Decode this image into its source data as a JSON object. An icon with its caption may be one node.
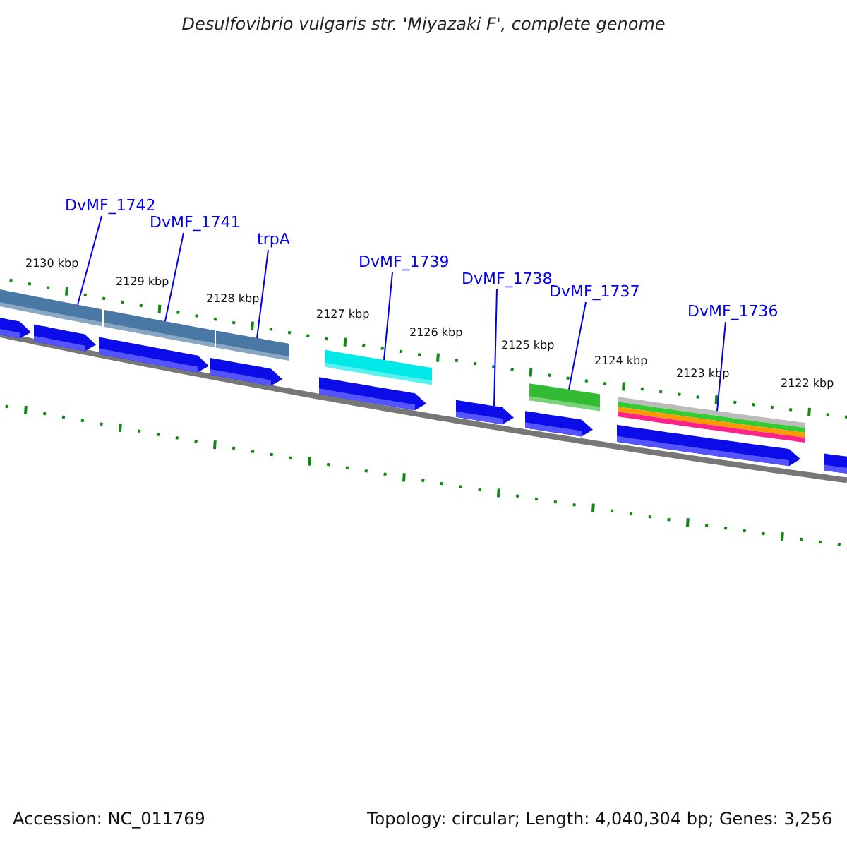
{
  "diagram": {
    "title": "Desulfovibrio vulgaris str. 'Miyazaki F', complete genome",
    "nodes": [
      {
        "text": [
          "DvMF_1742"
        ]
      },
      {
        "text": [
          "DvMF_1741"
        ]
      },
      {
        "text": [
          "trpA"
        ]
      },
      {
        "text": [
          "DvMF_1739"
        ]
      },
      {
        "text": [
          "DvMF_1738"
        ]
      },
      {
        "text": [
          "DvMF_1737"
        ]
      },
      {
        "text": [
          "DvMF_1736"
        ]
      },
      {
        "text": [],
        "shape": "bar"
      },
      {
        "text": [],
        "shape": "bar"
      },
      {
        "text": [],
        "shape": "bar"
      },
      {
        "text": [],
        "shape": "bar"
      },
      {
        "text": [],
        "shape": "arrow"
      },
      {
        "text": [],
        "shape": "bar"
      },
      {
        "text": [],
        "shape": "bar"
      },
      {
        "text": [],
        "shape": "arrow"
      },
      {
        "text": [],
        "shape": "arrow"
      },
      {
        "text": [],
        "shape": "arrow"
      },
      {
        "text": [],
        "shape": "arrow"
      },
      {
        "text": [],
        "shape": "arrow"
      },
      {
        "text": [],
        "shape": "arrow"
      },
      {
        "text": [],
        "shape": "arrow"
      },
      {
        "text": [],
        "shape": "arrow"
      }
    ],
    "edges": [
      {
        "from": 0,
        "to": 7,
        "arrow": "none"
      },
      {
        "from": 1,
        "to": 8,
        "arrow": "none"
      },
      {
        "from": 2,
        "to": 9,
        "arrow": "none"
      },
      {
        "from": 3,
        "to": 10,
        "arrow": "none"
      },
      {
        "from": 4,
        "to": 11,
        "arrow": "none"
      },
      {
        "from": 5,
        "to": 12,
        "arrow": "none"
      },
      {
        "from": 6,
        "to": 13,
        "arrow": "none"
      }
    ],
    "labels": [
      "2130 kbp",
      "2129 kbp",
      "2128 kbp",
      "2127 kbp",
      "2126 kbp",
      "2125 kbp",
      "2124 kbp",
      "2123 kbp",
      "2122 kbp",
      "Accession: NC_011769",
      "Topology: circular; Length: 4,040,304 bp; Genes: 3,256"
    ]
  }
}
